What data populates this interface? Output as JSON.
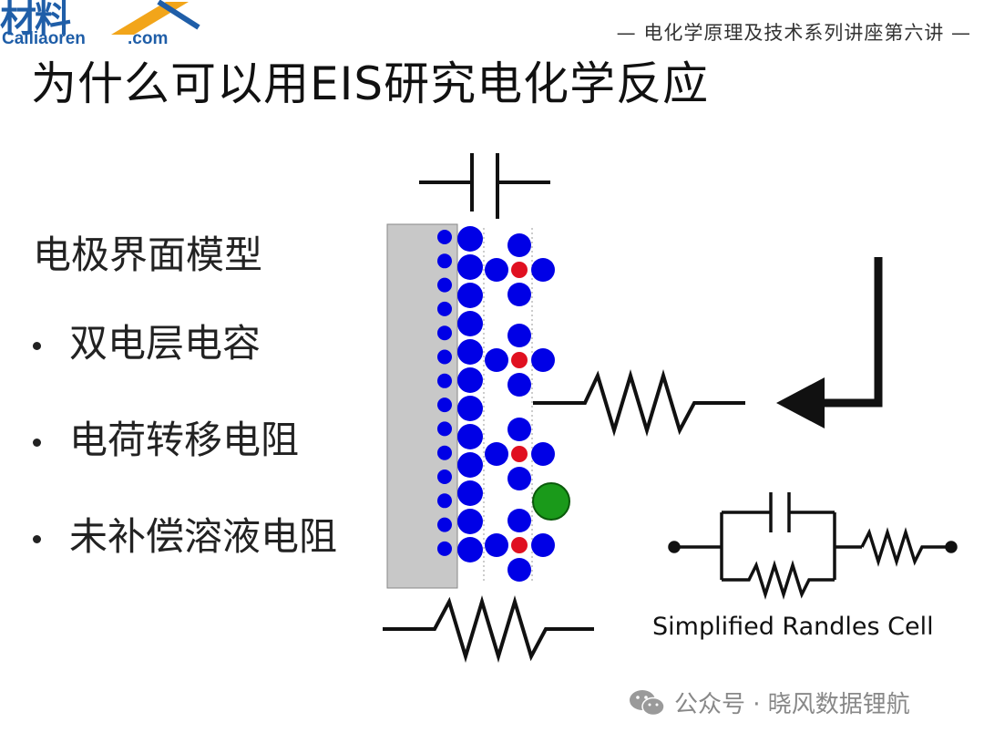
{
  "logo": {
    "main": "材料",
    "sub": "Cailiaoren",
    "sub2": ".com"
  },
  "header": {
    "series": "— 电化学原理及技术系列讲座第六讲 —"
  },
  "title": "为什么可以用EIS研究电化学反应",
  "model": {
    "heading": "电极界面模型",
    "bullets": [
      "双电层电容",
      "电荷转移电阻",
      "未补偿溶液电阻"
    ]
  },
  "diagram": {
    "caption": "Simplified Randles Cell",
    "colors": {
      "electrode": "#c8c8c8",
      "ion_blue": "#0000e6",
      "ion_red": "#e01020",
      "species_green": "#1a9a1a",
      "wire": "#111111"
    },
    "icons": [
      "capacitor-symbol",
      "resistor-symbol",
      "arrow-left-icon"
    ]
  },
  "watermark": {
    "text": "公众号 · 晓风数据锂航",
    "icon": "wechat-icon"
  }
}
